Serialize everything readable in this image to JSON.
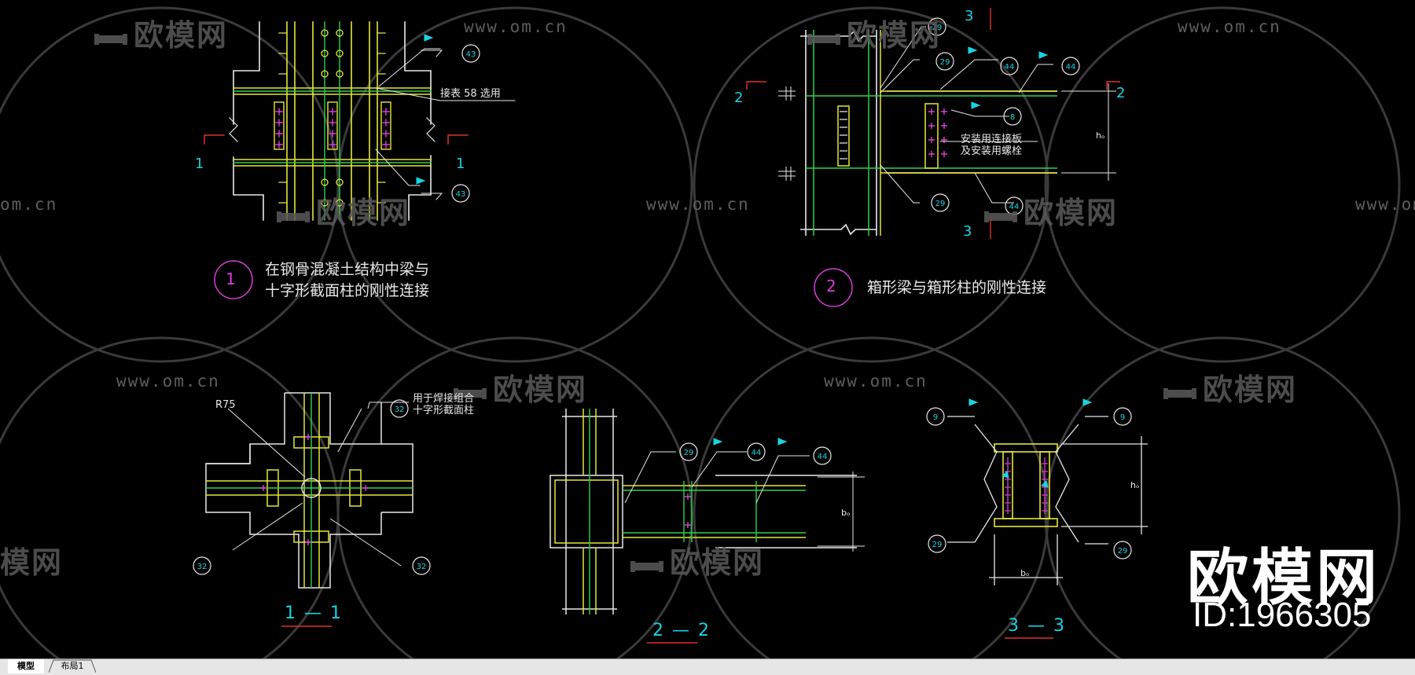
{
  "watermark": {
    "logo_text": "欧模网",
    "url_text": "www.om.cn",
    "url_fragment": "om.cn",
    "logo_fragment": "模网"
  },
  "brand": {
    "name": "欧模网",
    "id_label": "ID:1966305"
  },
  "drawing": {
    "detail1": {
      "number": "1",
      "title_line1": "在钢骨混凝土结构中梁与",
      "title_line2": "十字形截面柱的刚性连接",
      "note": "接表 58  选用",
      "section_mark": "1"
    },
    "detail2": {
      "number": "2",
      "title": "箱形梁与箱形柱的刚性连接",
      "note_line1": "安装用连接板",
      "note_line2": "及安装用螺栓",
      "section_mark_2": "2",
      "section_mark_3": "3",
      "hb_label": "hₒ"
    },
    "section_1_1": {
      "label": "1 — 1",
      "r_note": "R75",
      "note_line1": "用于焊接组合",
      "note_line2": "十字形截面柱"
    },
    "section_2_2": {
      "label": "2 — 2",
      "bf_label": "bₒ"
    },
    "section_3_3": {
      "label": "3 — 3",
      "bf_label": "bₒ",
      "hb_label": "hₒ"
    },
    "weld_symbols": [
      "43",
      "43",
      "29",
      "29",
      "44",
      "44",
      "8",
      "29",
      "44",
      "32",
      "32",
      "32",
      "32",
      "29",
      "44",
      "44",
      "9",
      "9",
      "29",
      "29"
    ]
  },
  "tabs": [
    {
      "label": "模型",
      "active": true
    },
    {
      "label": "布局1",
      "active": false
    }
  ],
  "colors": {
    "background": "#000000",
    "steel": "#e8e8e8",
    "yellow": "#e6e63c",
    "green": "#2fd24a",
    "cyan": "#19d3e0",
    "magenta": "#d83ed8",
    "red": "#e03030",
    "watermark": "#5a5a5a"
  }
}
